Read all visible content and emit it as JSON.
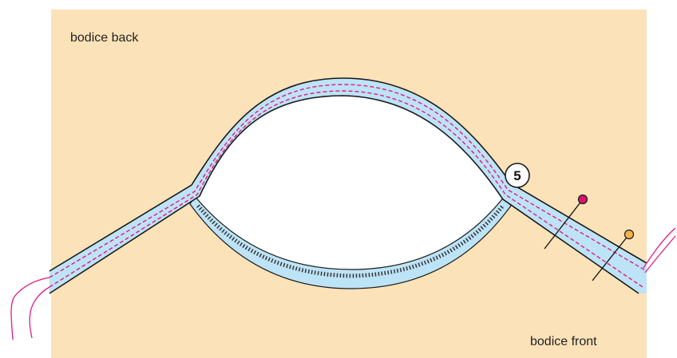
{
  "labels": {
    "top_left": "bodice back",
    "bottom_right": "bodice front"
  },
  "step": {
    "number": "5"
  },
  "colors": {
    "fabric": "#FCE2B8",
    "binding": "#BDE3F6",
    "stitching": "#E5197F",
    "outline": "#1A1A1A",
    "armhole_opening": "#FFFFFF",
    "pin_head_magenta": "#D6156E",
    "pin_head_orange": "#F6B04C",
    "thread": "#E5197F"
  },
  "icons": [
    "pin-icon",
    "pin-icon",
    "thread-end-icon",
    "thread-end-icon"
  ]
}
